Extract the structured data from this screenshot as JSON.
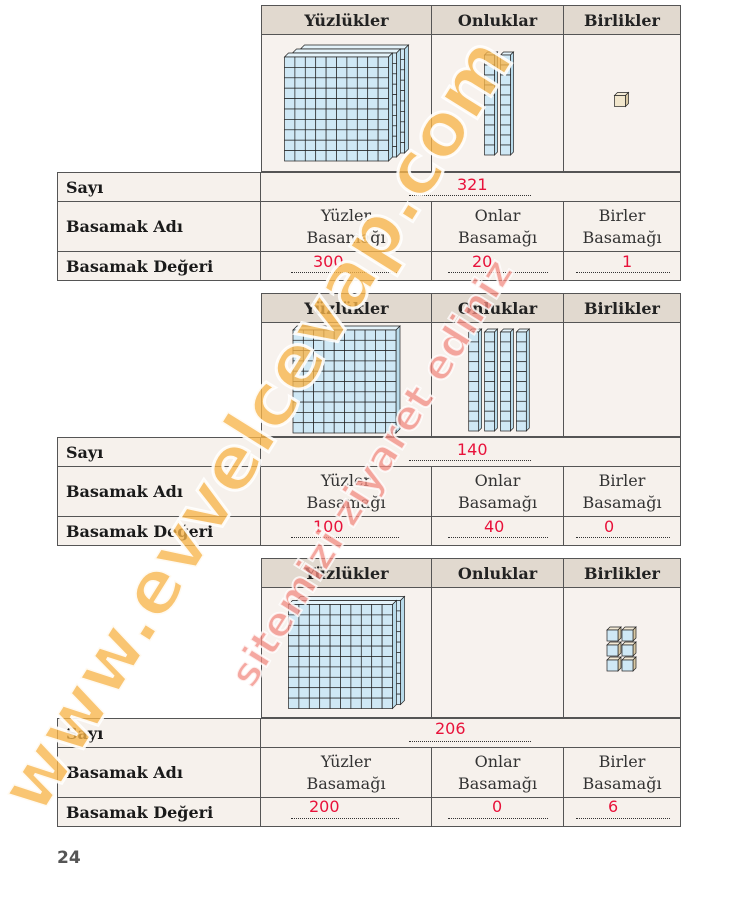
{
  "headers": [
    "Yüzlükler",
    "Onluklar",
    "Birlikler"
  ],
  "row_labels": {
    "sayi": "Sayı",
    "basamak_adi": "Basamak Adı",
    "basamak_degeri": "Basamak Değeri"
  },
  "place_names": [
    {
      "line1": "Yüzler",
      "line2": "Basamağı"
    },
    {
      "line1": "Onlar",
      "line2": "Basamağı"
    },
    {
      "line1": "Birler",
      "line2": "Basamağı"
    }
  ],
  "tables": [
    {
      "number": "321",
      "values": [
        "300",
        "20",
        "1"
      ],
      "blocks": {
        "hundreds": 3,
        "tens": 2,
        "ones": 1
      }
    },
    {
      "number": "140",
      "values": [
        "100",
        "40",
        "0"
      ],
      "blocks": {
        "hundreds": 1,
        "tens": 4,
        "ones": 0
      }
    },
    {
      "number": "206",
      "values": [
        "200",
        "0",
        "6"
      ],
      "blocks": {
        "hundreds": 2,
        "tens": 0,
        "ones": 6
      }
    }
  ],
  "page_number": "24",
  "watermarks": [
    "www.evvelcevap.com",
    "sitemizi ziyaret ediniz"
  ],
  "colors": {
    "header_bg": "#e1d9cf",
    "cell_bg": "#f6f1ec",
    "answer": "#e8123a",
    "block": "#cfe8f5"
  }
}
